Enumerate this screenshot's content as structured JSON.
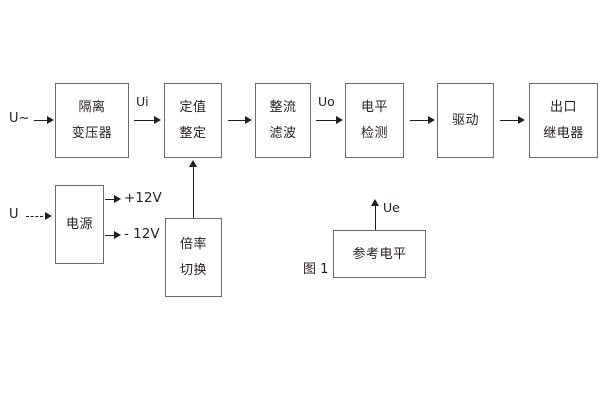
{
  "figure": {
    "caption": "图 1",
    "background_color": "#ffffff",
    "box_border_color": "#6b6b6b",
    "line_color": "#231f20",
    "text_color": "#231f20"
  },
  "blocks": {
    "isolation_transformer": {
      "line1": "隔离",
      "line2": "变压器"
    },
    "setting_value": {
      "line1": "定值",
      "line2": "整定"
    },
    "rectify_filter": {
      "line1": "整流",
      "line2": "滤波"
    },
    "level_detection": {
      "line1": "电平",
      "line2": "检测"
    },
    "drive": {
      "line1": "驱动"
    },
    "output_relay": {
      "line1": "出口",
      "line2": "继电器"
    },
    "power_supply": {
      "line1": "电源"
    },
    "multiplier_switch": {
      "line1": "倍率",
      "line2": "切换"
    },
    "reference_level": {
      "line1": "参考电平"
    }
  },
  "signals": {
    "input_ac": "U~",
    "input_dc": "U",
    "ui": "Ui",
    "uo": "Uo",
    "ue": "Ue",
    "rail_positive": "+12V",
    "rail_negative": "- 12V"
  }
}
